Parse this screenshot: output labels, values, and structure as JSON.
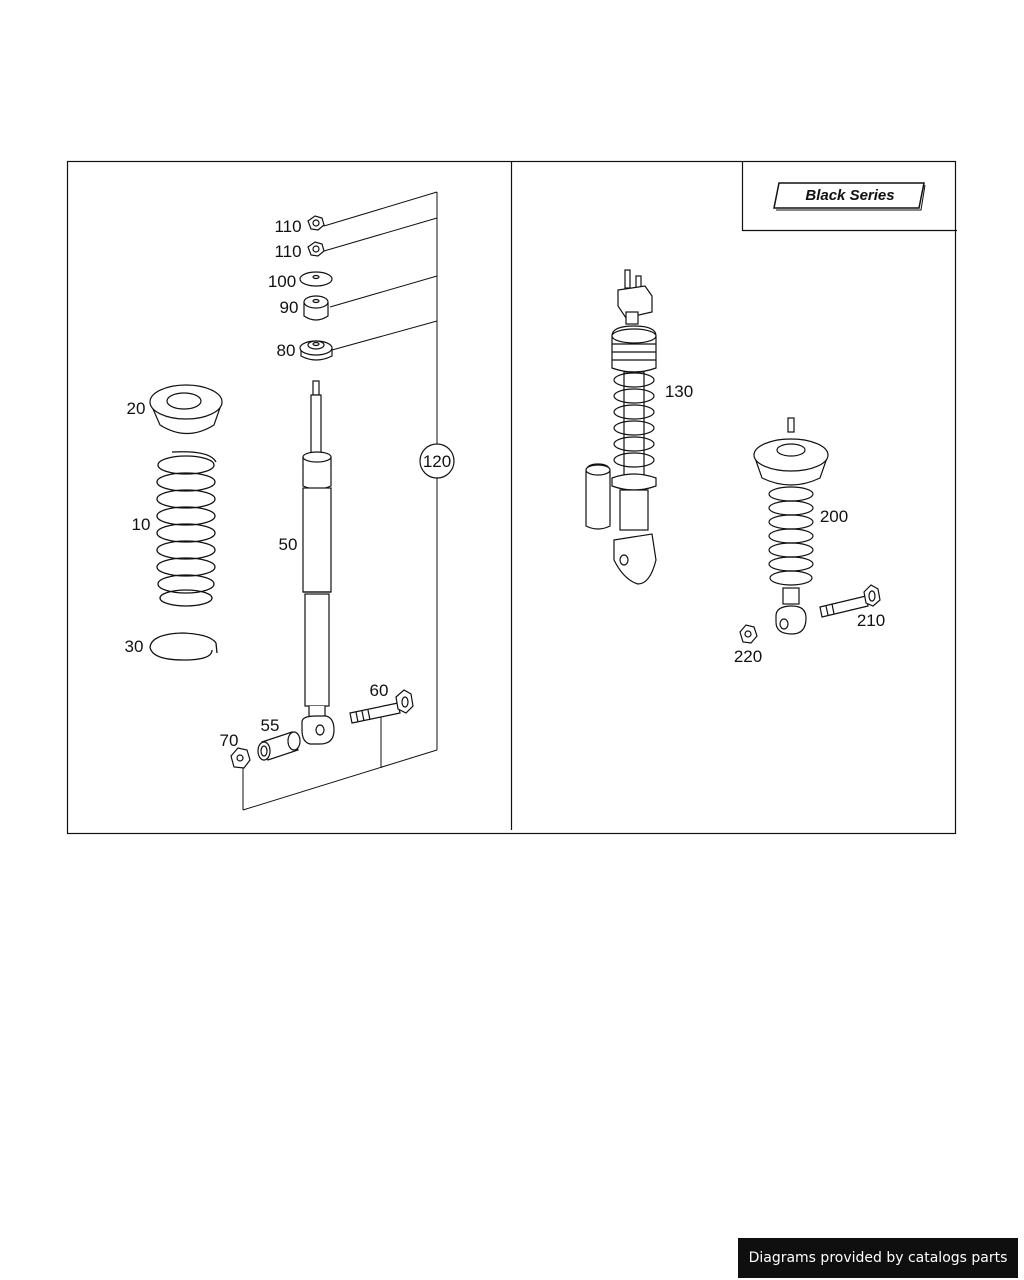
{
  "badge": "Black Series",
  "callouts": {
    "c110a": "110",
    "c110b": "110",
    "c100": "100",
    "c90": "90",
    "c80": "80",
    "c20": "20",
    "c10": "10",
    "c30": "30",
    "c50": "50",
    "c55": "55",
    "c70": "70",
    "c60": "60",
    "c120": "120",
    "c130": "130",
    "c200": "200",
    "c210": "210",
    "c220": "220"
  },
  "footer": "Diagrams provided by catalogs parts"
}
